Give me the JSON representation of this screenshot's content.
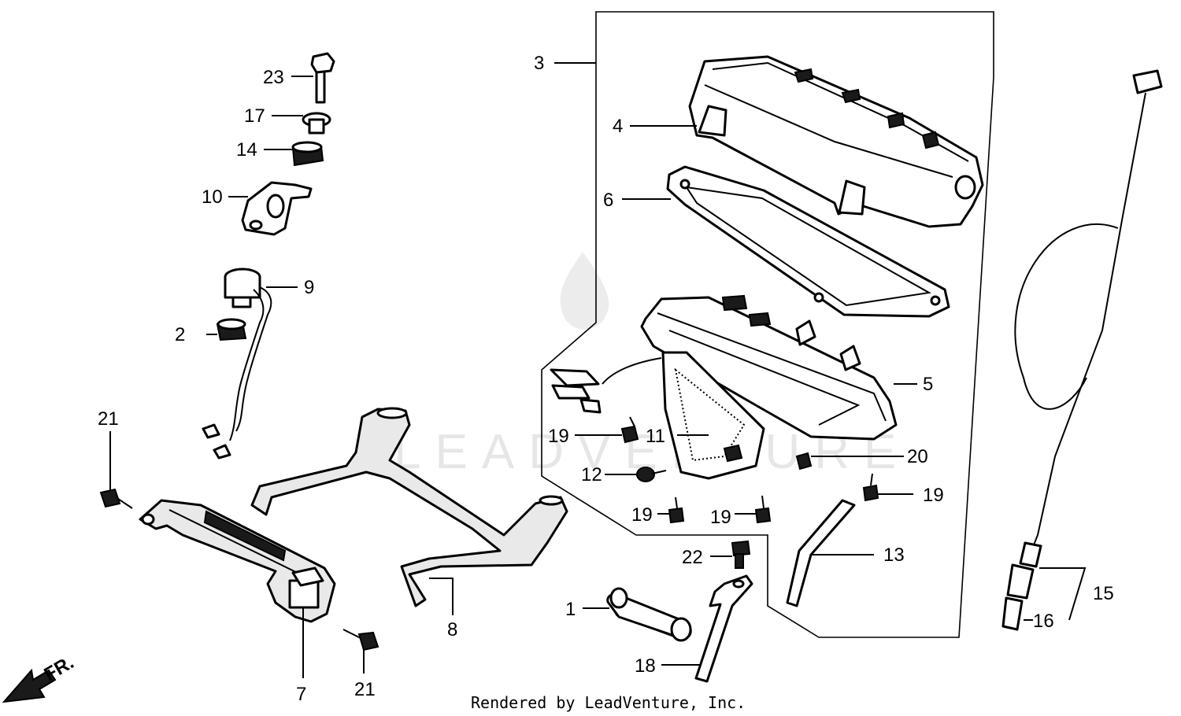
{
  "callouts": {
    "c1": "1",
    "c2": "2",
    "c3": "3",
    "c4": "4",
    "c5": "5",
    "c6": "6",
    "c7": "7",
    "c8": "8",
    "c9": "9",
    "c10": "10",
    "c11": "11",
    "c12": "12",
    "c13": "13",
    "c14": "14",
    "c15": "15",
    "c16": "16",
    "c17": "17",
    "c18": "18",
    "c19a": "19",
    "c19b": "19",
    "c19c": "19",
    "c19d": "19",
    "c20": "20",
    "c21a": "21",
    "c21b": "21",
    "c22": "22",
    "c23": "23"
  },
  "direction_label": "FR.",
  "watermark": "LEADVENTURE",
  "footer": "Rendered by LeadVenture, Inc."
}
